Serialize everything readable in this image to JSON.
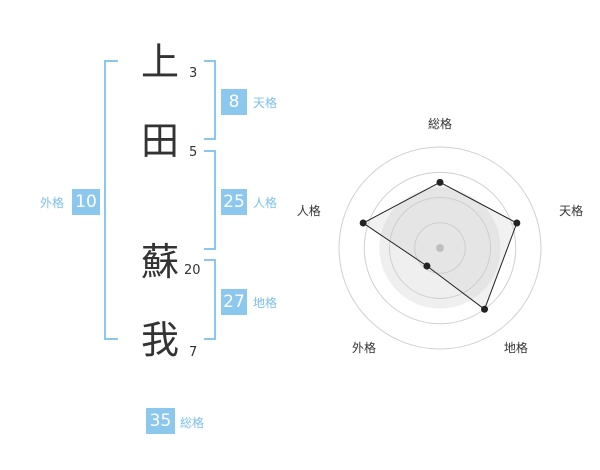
{
  "name": {
    "chars": [
      {
        "char": "上",
        "strokes": "3"
      },
      {
        "char": "田",
        "strokes": "5"
      },
      {
        "char": "蘇",
        "strokes": "20"
      },
      {
        "char": "我",
        "strokes": "7"
      }
    ]
  },
  "kakusu": {
    "tenkaku": {
      "value": "8",
      "label": "天格"
    },
    "jinkaku": {
      "value": "25",
      "label": "人格"
    },
    "chikaku": {
      "value": "27",
      "label": "地格"
    },
    "gaikaku": {
      "value": "10",
      "label": "外格"
    },
    "soukaku": {
      "value": "35",
      "label": "総格"
    }
  },
  "chart_data": {
    "type": "radar",
    "axes": [
      "総格",
      "天格",
      "地格",
      "外格",
      "人格"
    ],
    "values": [
      0.65,
      0.8,
      0.75,
      0.22,
      0.8
    ],
    "range": [
      0,
      1
    ],
    "rings": 4,
    "colors": {
      "fill": "#efefef",
      "line": "#222222",
      "grid": "#d0d0d0",
      "center": "#bbbbbb"
    }
  },
  "colors": {
    "accent": "#8cc8ee",
    "accent_text": "#7cc0ea",
    "text": "#333333"
  }
}
